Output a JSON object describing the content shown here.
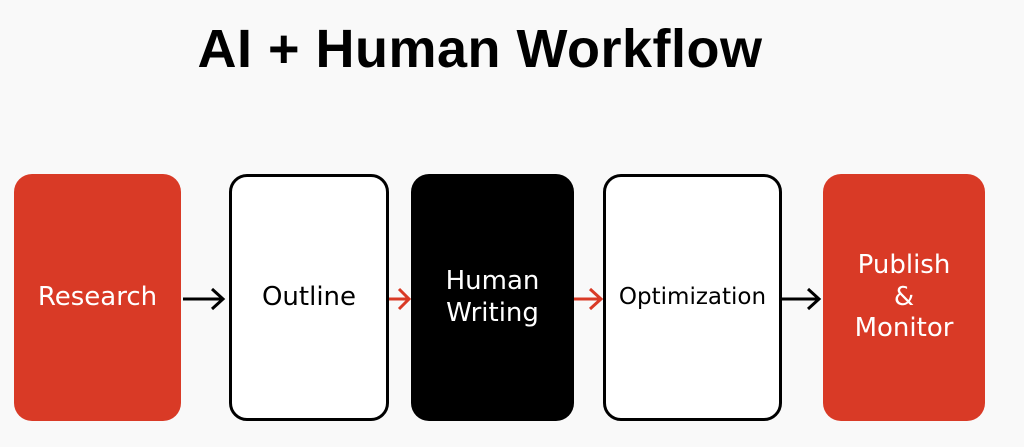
{
  "title": "AI + Human Workflow",
  "colors": {
    "red": "#d93a26",
    "black": "#000000",
    "white": "#ffffff",
    "background": "#f9f9f9"
  },
  "steps": [
    {
      "label": "Research",
      "style": "red"
    },
    {
      "label": "Outline",
      "style": "white"
    },
    {
      "label": "Human\nWriting",
      "style": "black"
    },
    {
      "label": "Optimization",
      "style": "white"
    },
    {
      "label": "Publish\n&\nMonitor",
      "style": "red"
    }
  ],
  "arrows": [
    {
      "from": "Research",
      "to": "Outline",
      "color": "#000000"
    },
    {
      "from": "Outline",
      "to": "Human Writing",
      "color": "#d93a26"
    },
    {
      "from": "Human Writing",
      "to": "Optimization",
      "color": "#d93a26"
    },
    {
      "from": "Optimization",
      "to": "Publish & Monitor",
      "color": "#000000"
    }
  ]
}
